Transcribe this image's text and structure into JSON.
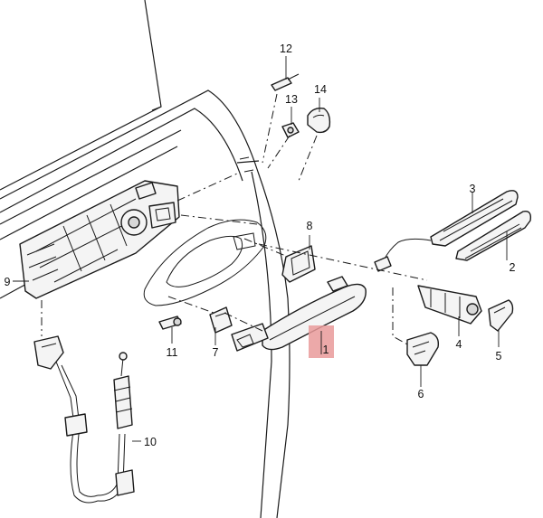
{
  "callouts": {
    "p1": "1",
    "p2": "2",
    "p3": "3",
    "p4": "4",
    "p5": "5",
    "p6": "6",
    "p7": "7",
    "p8": "8",
    "p9": "9",
    "p10": "10",
    "p11": "11",
    "p12": "12",
    "p13": "13",
    "p14": "14"
  },
  "colors": {
    "highlight": "#e99a9a",
    "line": "#1a1a1a"
  }
}
